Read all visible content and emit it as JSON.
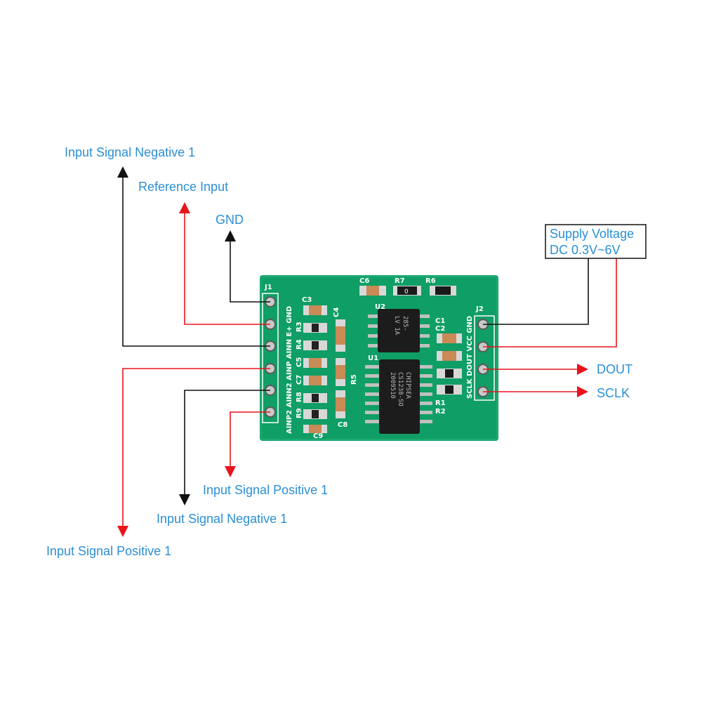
{
  "labels": {
    "neg1_top": "Input Signal Negative 1",
    "ref": "Reference Input",
    "gnd": "GND",
    "supply_line1": "Supply Voltage",
    "supply_line2": "DC 0.3V~6V",
    "dout": "DOUT",
    "sclk": "SCLK",
    "pos1_mid": "Input Signal Positive 1",
    "neg1_bottom": "Input Signal Negative 1",
    "pos1_bottom": "Input Signal Positive 1"
  },
  "silkscreen": {
    "j1": "J1",
    "j2": "J2",
    "j1_pins": "AINP2 AINN2 AINP AINN E+ GND",
    "j2_pins": "SCLK DOUT VCC GND",
    "c3": "C3",
    "c4": "C4",
    "c5": "C5",
    "c6": "C6",
    "c7": "C7",
    "c8": "C8",
    "c9": "C9",
    "c1": "C1",
    "c2": "C2",
    "r1": "R1",
    "r2": "R2",
    "r3": "R3",
    "r4": "R4",
    "r5": "R5",
    "r6": "R6",
    "r7": "R7",
    "r8": "R8",
    "r9": "R9",
    "u1": "U1",
    "u2": "U2"
  },
  "chips": {
    "u1_line1": "CHIPSEA",
    "u1_line2": "CS1238-SO",
    "u1_line3": "2009510",
    "u2_line1": "285-",
    "u2_line2": "LV 1A"
  },
  "resistor_marks": {
    "r7": "0"
  },
  "colors": {
    "board": "#0f9e66",
    "label_blue": "#2a8fd6",
    "wire_red": "#e8141c",
    "wire_black": "#111111"
  }
}
